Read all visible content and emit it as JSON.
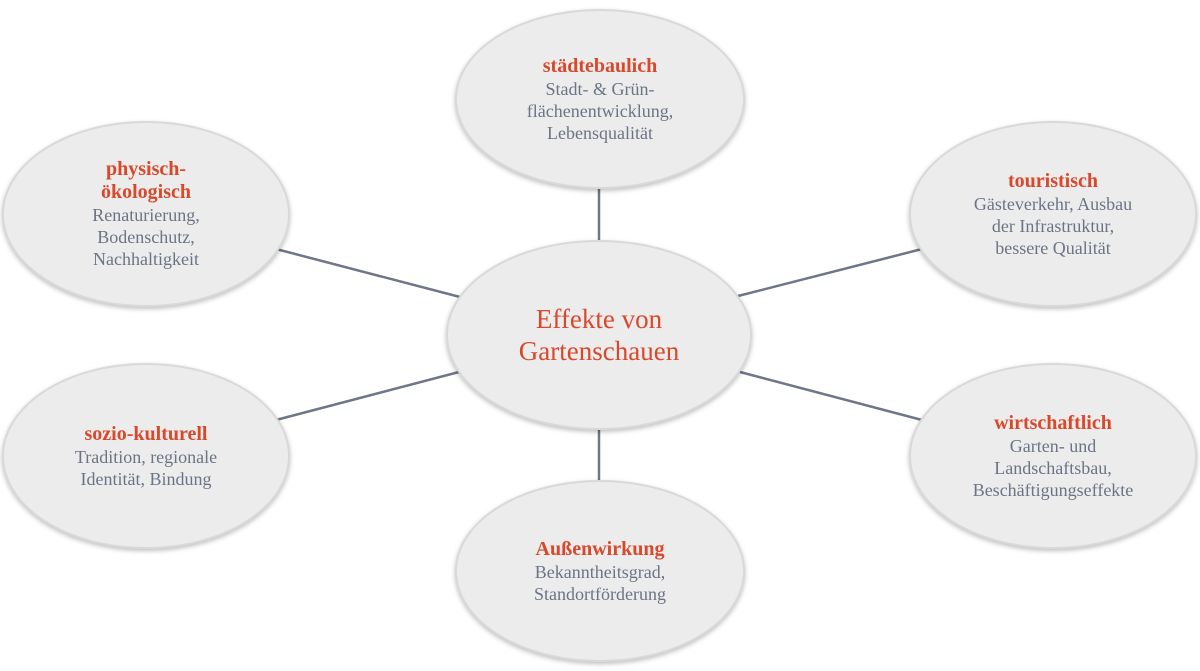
{
  "center": {
    "label": "Effekte von\nGartenschauen"
  },
  "colors": {
    "title": "#d9482b",
    "text": "#6b7485",
    "node_fill": "#ececec",
    "connector": "#6e7788"
  },
  "nodes": {
    "staedtebaulich": {
      "title": "städtebaulich",
      "text": "Stadt- & Grün-\nflächenentwicklung,\nLebensqualität"
    },
    "physisch": {
      "title": "physisch-\nökologisch",
      "text": "Renaturierung,\nBodenschutz,\nNachhaltigkeit"
    },
    "touristisch": {
      "title": "touristisch",
      "text": "Gästeverkehr, Ausbau\nder Infrastruktur,\nbessere Qualität"
    },
    "sozio": {
      "title": "sozio-kulturell",
      "text": "Tradition, regionale\nIdentität, Bindung"
    },
    "wirtschaftlich": {
      "title": "wirtschaftlich",
      "text": "Garten- und\nLandschaftsbau,\nBeschäftigungseffekte"
    },
    "aussen": {
      "title": "Außenwirkung",
      "text": "Bekanntheitsgrad,\nStandortförderung"
    }
  }
}
